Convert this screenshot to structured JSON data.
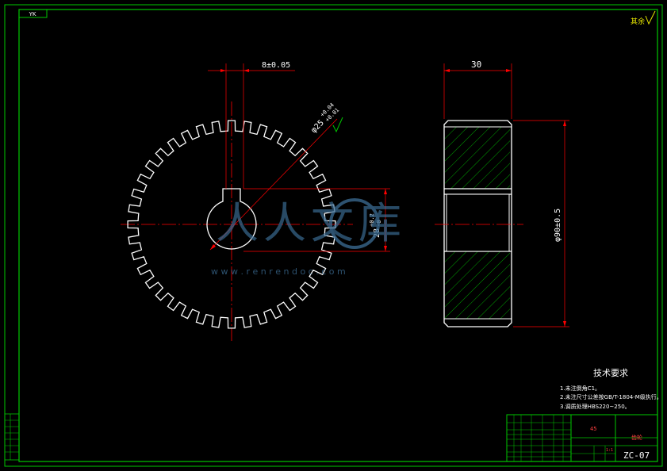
{
  "sheet": {
    "corner_code": "YK",
    "top_right_mark": "其余",
    "scheme": {
      "background": "#000000",
      "frame": "#00c800",
      "part_outline": "#ffffff",
      "dimension": "#ff0000",
      "hatch": "#00c800",
      "watermark": "#3c6e96"
    }
  },
  "front_view": {
    "dim_key_width": "8±0.05",
    "dim_bore": "φ25",
    "dim_bore_tol_upper": "+0.04",
    "dim_bore_tol_lower": "+0.01",
    "dim_key_depth": "28",
    "dim_key_depth_tol_upper": "+0.2",
    "dim_key_depth_tol_lower": "-0",
    "roughness_icon": "roughness-symbol-icon",
    "teeth_count": 40
  },
  "side_view": {
    "dim_face_width": "30",
    "dim_tip_diameter": "φ90±0.5"
  },
  "watermark": {
    "brand": "人人文库",
    "url": "w w w . r e n r e n d o c . c o m"
  },
  "technical_requirements": {
    "title": "技术要求",
    "items": [
      "1.未注倒角C1。",
      "2.未注尺寸公差按GB/T-1804-M级执行。",
      "3.调质处理HBS220~250。"
    ]
  },
  "title_block": {
    "material": "45",
    "part_name": "齿轮",
    "drawing_number": "ZC-07",
    "scale_value": "1:1"
  }
}
